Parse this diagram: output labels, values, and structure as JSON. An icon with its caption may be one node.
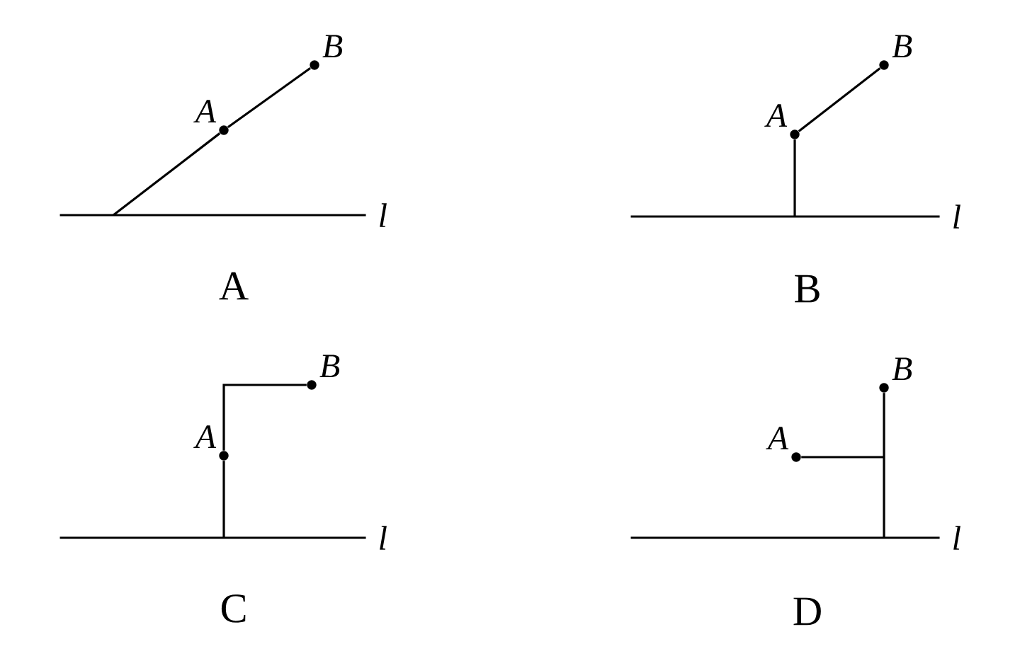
{
  "diagram": {
    "nodes": [
      {
        "text": [
          "l"
        ]
      },
      {
        "text": [
          "A"
        ]
      },
      {
        "text": [
          "B"
        ]
      },
      {
        "text": [
          "l"
        ]
      },
      {
        "text": [
          "A"
        ]
      },
      {
        "text": [
          "B"
        ]
      },
      {
        "text": [
          "l"
        ]
      },
      {
        "text": [
          "A"
        ]
      },
      {
        "text": [
          "B"
        ]
      },
      {
        "text": [
          "l"
        ]
      },
      {
        "text": [
          "A"
        ]
      },
      {
        "text": [
          "B"
        ]
      }
    ],
    "edges": [
      {
        "from": 0,
        "to": 1,
        "arrow": "none"
      },
      {
        "from": 1,
        "to": 2,
        "arrow": "none"
      },
      {
        "from": 3,
        "to": 4,
        "arrow": "none"
      },
      {
        "from": 4,
        "to": 5,
        "arrow": "none"
      },
      {
        "from": 6,
        "to": 7,
        "arrow": "none"
      },
      {
        "from": 7,
        "to": 8,
        "arrow": "none"
      },
      {
        "from": 9,
        "to": 11,
        "arrow": "none"
      },
      {
        "from": 10,
        "to": null,
        "arrow": "none"
      }
    ],
    "labels": [
      "A",
      "B",
      "C",
      "D"
    ]
  }
}
